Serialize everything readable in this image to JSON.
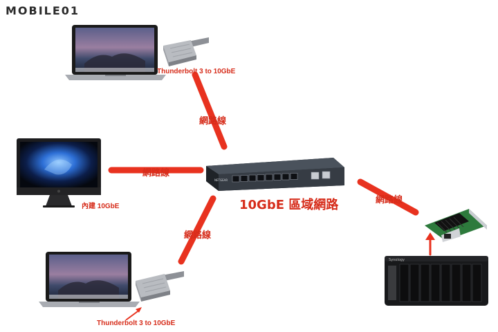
{
  "watermark": "MOBILE01",
  "network": {
    "title": "10GbE 區域網路",
    "switch_brand": "NETGEAR"
  },
  "links": {
    "cable_label": "網路線"
  },
  "devices": {
    "macbook_top": {
      "adapter_label": "Thunderbolt 3 to 10GbE"
    },
    "imac_pro": {
      "port_label": "內建 10GbE"
    },
    "macbook_bottom": {
      "adapter_label": "Thunderbolt 3 to 10GbE"
    },
    "nas": {
      "brand": "Synology"
    }
  },
  "colors": {
    "accent": "#e8321f",
    "label_red": "#d62c1a",
    "device_dark": "#1f1f1f",
    "aluminum": "#b9bcc1"
  }
}
